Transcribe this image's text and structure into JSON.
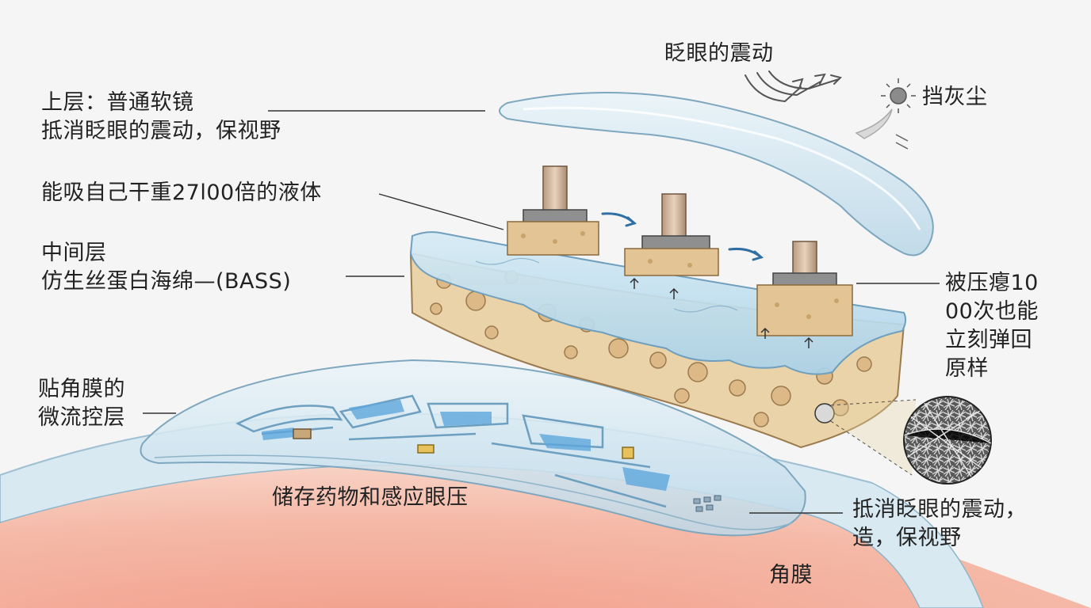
{
  "colors": {
    "background": "#f4f5f4",
    "lens_blue": "#cfe3ee",
    "sponge_tan": "#ead3a8",
    "channel_blue": "#5ea6dc",
    "eye_pink": "#f3a99a"
  },
  "labels": {
    "blink_top": "眨眼的震动",
    "dust": "挡灰尘",
    "upper_layer": "上层：普通软镜\n抵消眨眼的震动，保视野",
    "absorb": "能吸自己干重27l00倍的液体",
    "middle_layer": "中间层\n仿生丝蛋白海绵—(BASS)",
    "compress": "被压瘪10\n00次也能\n立刻弹回\n原样",
    "micro_layer": "贴角膜的\n微流控层",
    "storage": "储存药物和感应眼压",
    "blink_bottom": "抵消眨眼的震动，\n造，保视野",
    "cornea": "角膜"
  },
  "icons": [
    "dust-particle-icon",
    "motion-arrows-icon",
    "press-arrow-icon",
    "fiber-magnifier-icon"
  ]
}
